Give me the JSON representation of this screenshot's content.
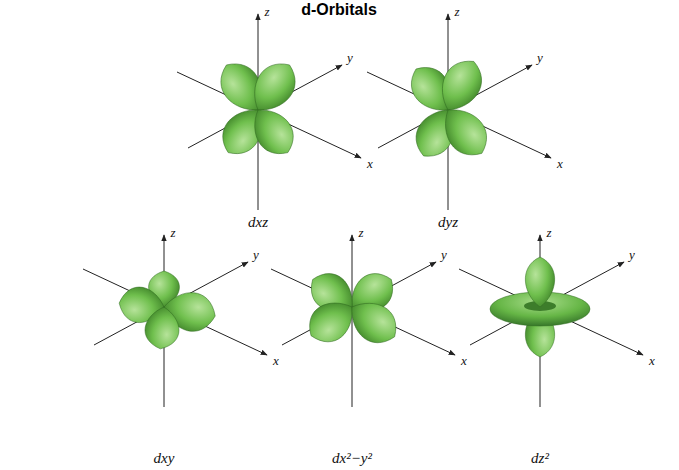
{
  "diagram": {
    "title": "d-Orbitals",
    "labels": [
      "z",
      "y",
      "x",
      "dxz",
      "z",
      "y",
      "x",
      "dyz",
      "z",
      "y",
      "x",
      "dxy",
      "z",
      "y",
      "x",
      "dx²−y²",
      "z",
      "y",
      "x",
      "dz²"
    ]
  }
}
